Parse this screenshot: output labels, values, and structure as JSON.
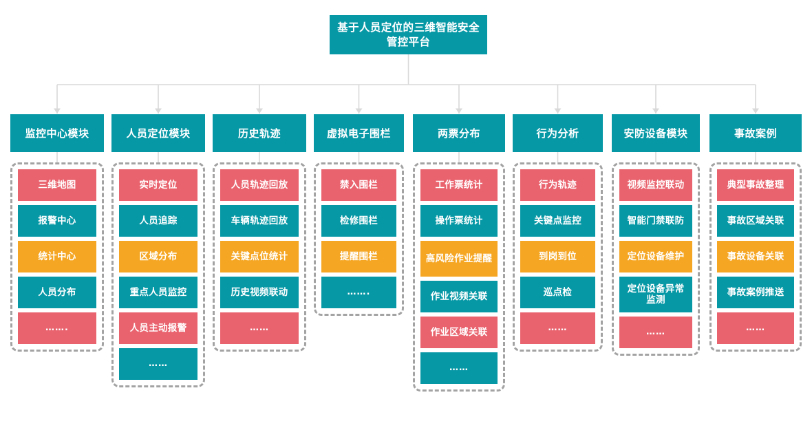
{
  "diagram": {
    "title": "基于人员定位的三维智能安全管控平台",
    "colors": {
      "teal": "#0798a6",
      "red": "#e9636e",
      "orange": "#f5a623",
      "connector": "#d9d9d9",
      "dashed_border": "#a3a3a3"
    },
    "columns": [
      {
        "id": "monitor-center",
        "header": "监控中心模块",
        "items": [
          {
            "label": "三维地图",
            "color": "red"
          },
          {
            "label": "报警中心",
            "color": "teal"
          },
          {
            "label": "统计中心",
            "color": "orange"
          },
          {
            "label": "人员分布",
            "color": "teal"
          },
          {
            "label": "…….",
            "color": "red"
          }
        ]
      },
      {
        "id": "personnel-positioning",
        "header": "人员定位模块",
        "items": [
          {
            "label": "实时定位",
            "color": "red"
          },
          {
            "label": "人员追踪",
            "color": "teal"
          },
          {
            "label": "区域分布",
            "color": "orange"
          },
          {
            "label": "重点人员监控",
            "color": "teal"
          },
          {
            "label": "人员主动报警",
            "color": "red"
          },
          {
            "label": "……",
            "color": "teal"
          }
        ]
      },
      {
        "id": "history-track",
        "header": "历史轨迹",
        "items": [
          {
            "label": "人员轨迹回放",
            "color": "red"
          },
          {
            "label": "车辆轨迹回放",
            "color": "teal"
          },
          {
            "label": "关键点位统计",
            "color": "orange"
          },
          {
            "label": "历史视频联动",
            "color": "teal"
          },
          {
            "label": "……",
            "color": "red"
          }
        ]
      },
      {
        "id": "virtual-fence",
        "header": "虚拟电子围栏",
        "items": [
          {
            "label": "禁入围栏",
            "color": "red"
          },
          {
            "label": "检修围栏",
            "color": "teal"
          },
          {
            "label": "提醒围栏",
            "color": "orange"
          },
          {
            "label": "…….",
            "color": "teal"
          }
        ]
      },
      {
        "id": "two-ticket-distribution",
        "header": "两票分布",
        "items": [
          {
            "label": "工作票统计",
            "color": "red"
          },
          {
            "label": "操作票统计",
            "color": "teal"
          },
          {
            "label": "高风险作业提醒",
            "color": "orange",
            "tall": true
          },
          {
            "label": "作业视频关联",
            "color": "teal"
          },
          {
            "label": "作业区域关联",
            "color": "red"
          },
          {
            "label": "……",
            "color": "teal"
          }
        ]
      },
      {
        "id": "behavior-analysis",
        "header": "行为分析",
        "items": [
          {
            "label": "行为轨迹",
            "color": "red"
          },
          {
            "label": "关键点监控",
            "color": "teal"
          },
          {
            "label": "到岗到位",
            "color": "orange"
          },
          {
            "label": "巡点检",
            "color": "teal"
          },
          {
            "label": "……",
            "color": "red"
          }
        ]
      },
      {
        "id": "security-equipment",
        "header": "安防设备模块",
        "items": [
          {
            "label": "视频监控联动",
            "color": "red"
          },
          {
            "label": "智能门禁联防",
            "color": "teal"
          },
          {
            "label": "定位设备维护",
            "color": "orange"
          },
          {
            "label": "定位设备异常监测",
            "color": "teal",
            "tall": true
          },
          {
            "label": "……",
            "color": "red"
          }
        ]
      },
      {
        "id": "accident-cases",
        "header": "事故案例",
        "items": [
          {
            "label": "典型事故整理",
            "color": "red"
          },
          {
            "label": "事故区域关联",
            "color": "teal"
          },
          {
            "label": "事故设备关联",
            "color": "orange"
          },
          {
            "label": "事故案例推送",
            "color": "teal"
          },
          {
            "label": "……",
            "color": "red"
          }
        ]
      }
    ]
  }
}
